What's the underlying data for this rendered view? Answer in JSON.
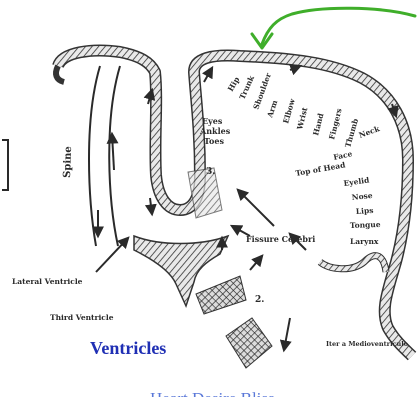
{
  "diagram": {
    "labels": {
      "spine": "Spine",
      "eyes_ankles": "Eyes Ankles Toes",
      "lateral_ventricle": "Lateral Ventricle",
      "third_ventricle": "Third Ventricle",
      "fissure": "Fissure Cerebri",
      "aqueduct": "Iter a Medioventriculo",
      "marker_3": "3.",
      "marker_2": "2.",
      "homunculus": [
        "Hip",
        "Trunk",
        "Shoulder",
        "Arm",
        "Elbow",
        "Wrist",
        "Hand",
        "Fingers",
        "Thumb",
        "Neck",
        "Face",
        "Top of Head",
        "Eyelid",
        "Nose",
        "Lips",
        "Tongue",
        "Larynx"
      ]
    },
    "caption": "Ventricles",
    "footer_caption": "Heart Desire Bliss"
  },
  "colors": {
    "caption": "#1f2fb4",
    "footer": "#5a78d8",
    "annotation": "#3fae2a",
    "ink": "#2a2a2a"
  }
}
